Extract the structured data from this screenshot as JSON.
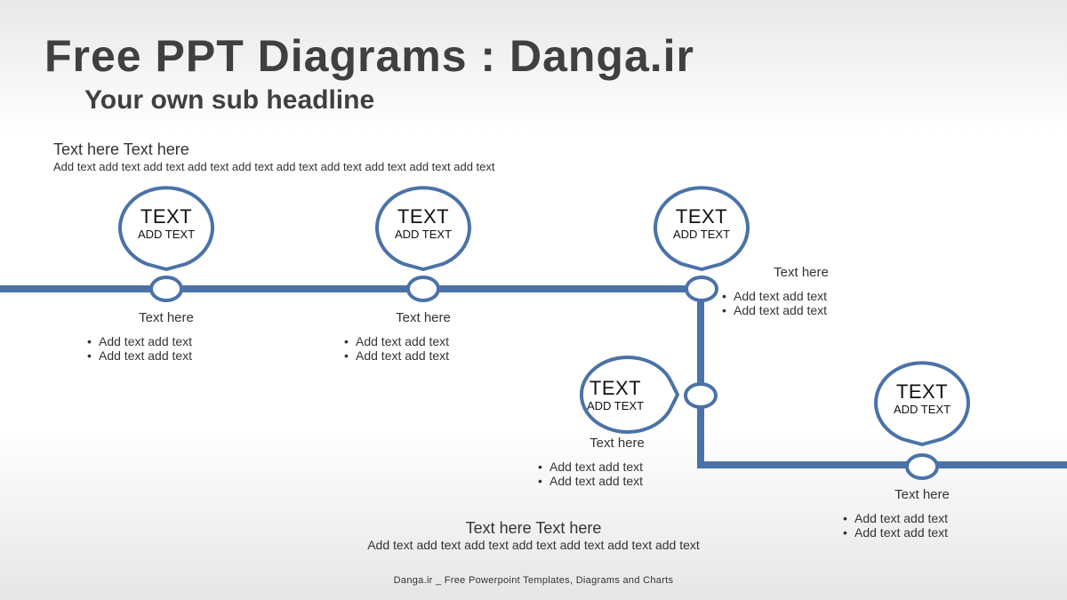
{
  "header": {
    "title": "Free PPT Diagrams : Danga.ir",
    "subtitle": "Your own sub headline"
  },
  "intro": {
    "heading": "Text here Text here",
    "body": "Add text add text add text add text add text add text add text add text add text add text"
  },
  "nodes": [
    {
      "pin_title": "TEXT",
      "pin_sub": "ADD TEXT",
      "label": "Text here",
      "bullets": [
        "Add text add text",
        "Add text add text"
      ]
    },
    {
      "pin_title": "TEXT",
      "pin_sub": "ADD TEXT",
      "label": "Text here",
      "bullets": [
        "Add text add text",
        "Add text add text"
      ]
    },
    {
      "pin_title": "TEXT",
      "pin_sub": "ADD TEXT",
      "label": "Text here",
      "bullets": [
        "Add text add text",
        "Add text add text"
      ]
    },
    {
      "pin_title": "TEXT",
      "pin_sub": "ADD TEXT",
      "label": "Text here",
      "bullets": [
        "Add text add text",
        "Add text add text"
      ]
    },
    {
      "pin_title": "TEXT",
      "pin_sub": "ADD TEXT",
      "label": "Text here",
      "bullets": [
        "Add text add text",
        "Add text add text"
      ]
    }
  ],
  "bottom": {
    "heading": "Text here Text here",
    "body": "Add text add text add text add text add text add text add text"
  },
  "footer": "Danga.ir _ Free Powerpoint Templates, Diagrams and Charts",
  "colors": {
    "line": "#4a72a8",
    "text": "#333333",
    "title": "#404040"
  }
}
